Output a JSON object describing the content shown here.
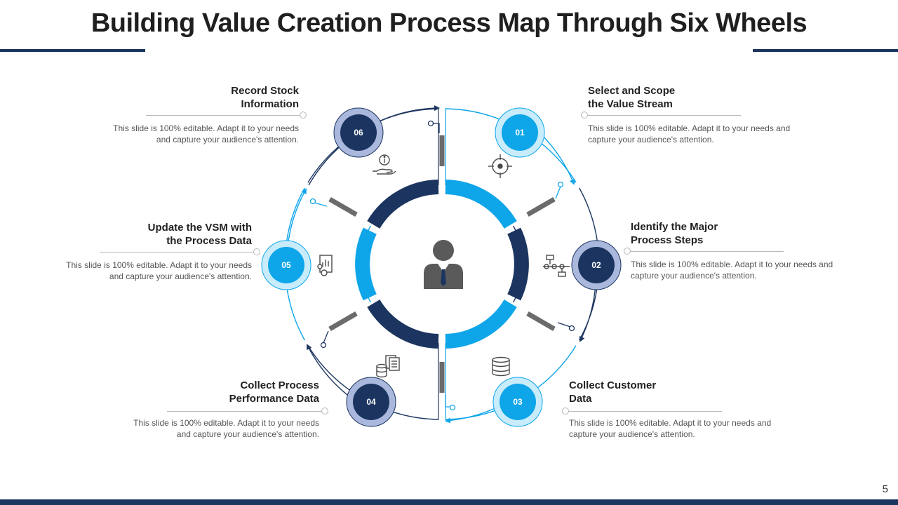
{
  "header": {
    "title": "Building Value Creation Process Map Through Six Wheels"
  },
  "page_number": "5",
  "colors": {
    "navy": "#1c3560",
    "cyan": "#0ea5e9",
    "light_navy_ring": "#a9b8dc",
    "light_cyan_ring": "#c8ecfb"
  },
  "center": {
    "icon": "businessman-icon"
  },
  "steps": [
    {
      "num": "01",
      "title_line1": "Select and Scope",
      "title_line2": "the Value Stream",
      "desc_line1": "This slide is 100% editable. Adapt it to your needs and",
      "desc_line2": "capture your audience's attention.",
      "icon": "target-icon"
    },
    {
      "num": "02",
      "title_line1": "Identify the Major",
      "title_line2": "Process Steps",
      "desc_line1": "This slide is 100% editable. Adapt it to your needs and",
      "desc_line2": "capture your audience's attention.",
      "icon": "flowchart-icon"
    },
    {
      "num": "03",
      "title_line1": "Collect Customer",
      "title_line2": "Data",
      "desc_line1": "This slide is 100% editable. Adapt it to your needs and",
      "desc_line2": "capture your audience's attention.",
      "icon": "database-icon"
    },
    {
      "num": "04",
      "title_line1": "Collect Process",
      "title_line2": "Performance Data",
      "desc_line1": "This slide is 100% editable. Adapt it to your needs",
      "desc_line2": "and capture your audience's attention.",
      "icon": "documents-coins-icon"
    },
    {
      "num": "05",
      "title_line1": "Update the VSM with",
      "title_line2": "the Process Data",
      "desc_line1": "This slide is 100% editable. Adapt it to your needs",
      "desc_line2": "and capture your audience's attention.",
      "icon": "report-gear-icon"
    },
    {
      "num": "06",
      "title_line1": "Record Stock",
      "title_line2": "Information",
      "desc_line1": "This slide is 100% editable. Adapt it to your needs",
      "desc_line2": "and capture your audience's attention.",
      "icon": "hand-info-icon"
    }
  ]
}
